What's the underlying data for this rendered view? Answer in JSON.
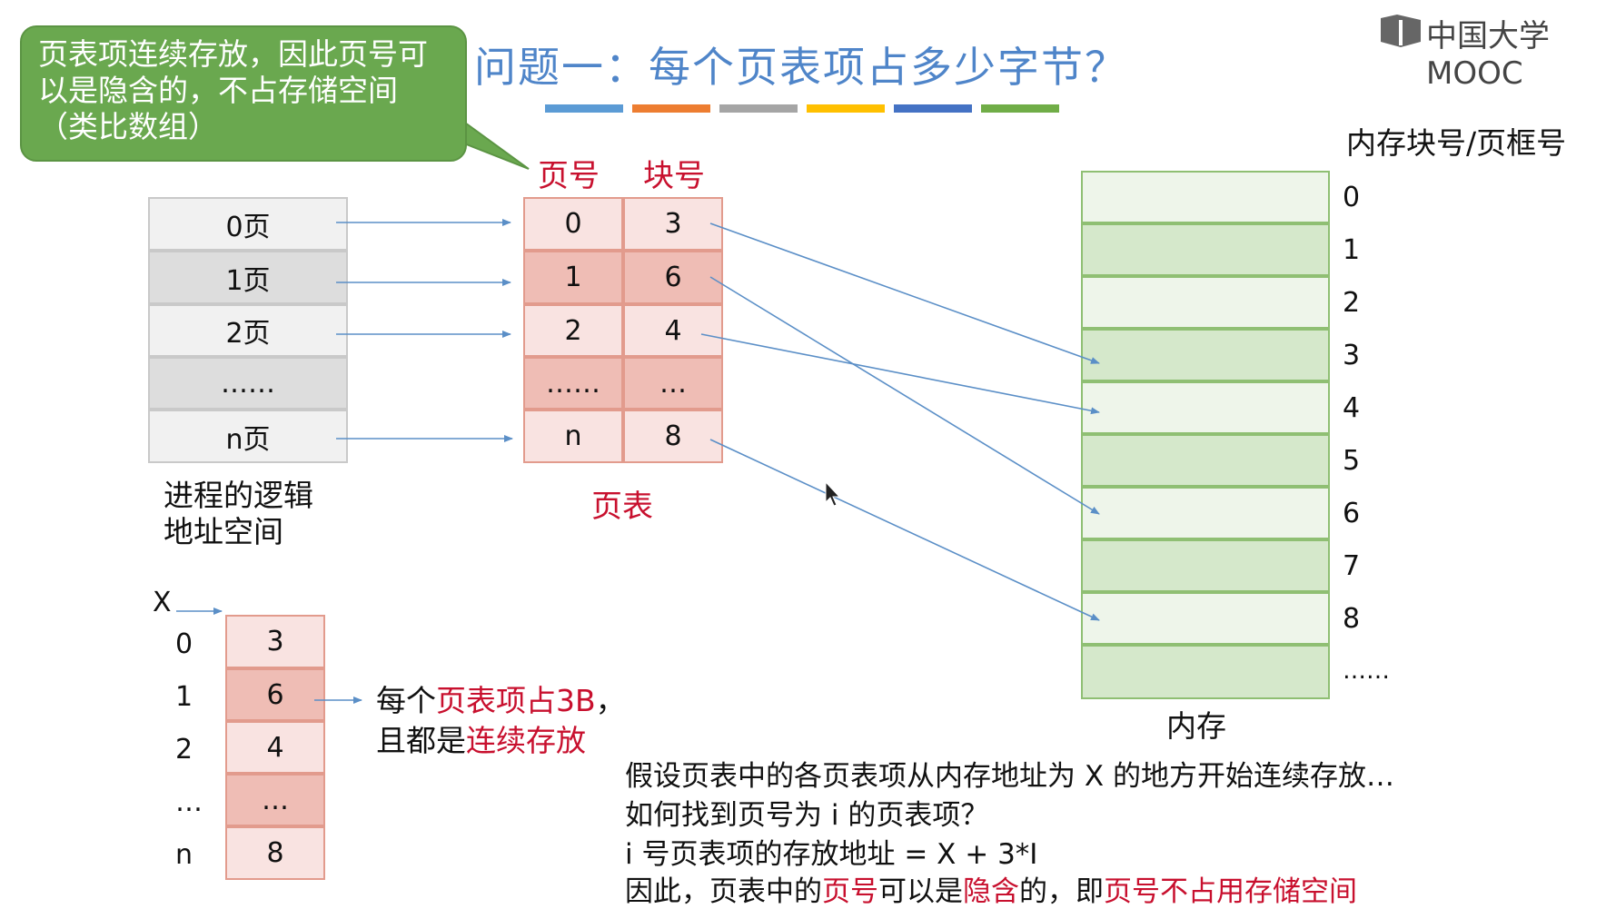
{
  "title": "问题一：每个页表项占多少字节？",
  "title_bars": [
    "#5b9bd5",
    "#ed7d31",
    "#a5a5a5",
    "#ffc000",
    "#4472c4",
    "#70ad47"
  ],
  "callout": {
    "text": "页表项连续存放，因此页号可以是隐含的，不占存储空间（类比数组）"
  },
  "logo": {
    "text": "中国大学MOOC"
  },
  "logical_space": {
    "pages": [
      "0页",
      "1页",
      "2页",
      "……",
      "n页"
    ],
    "label_line1": "进程的逻辑",
    "label_line2": "地址空间"
  },
  "page_table": {
    "header_page": "页号",
    "header_block": "块号",
    "rows": [
      {
        "page": "0",
        "block": "3"
      },
      {
        "page": "1",
        "block": "6"
      },
      {
        "page": "2",
        "block": "4"
      },
      {
        "page": "……",
        "block": "…"
      },
      {
        "page": "n",
        "block": "8"
      }
    ],
    "label": "页表"
  },
  "memory": {
    "header": "内存块号/页框号",
    "block_numbers": [
      "0",
      "1",
      "2",
      "3",
      "4",
      "5",
      "6",
      "7",
      "8",
      "……"
    ],
    "label": "内存"
  },
  "stored_table": {
    "start_label": "X",
    "indices": [
      "0",
      "1",
      "2",
      "…",
      "n"
    ],
    "values": [
      "3",
      "6",
      "4",
      "…",
      "8"
    ],
    "note_line1_prefix": "每个",
    "note_line1_red": "页表项占3B",
    "note_line1_suffix": "，",
    "note_line2_prefix": "且都是",
    "note_line2_red": "连续存放"
  },
  "bottom": {
    "line1": "假设页表中的各页表项从内存地址为 X 的地方开始连续存放…",
    "line2": "如何找到页号为 i 的页表项？",
    "line3": "i 号页表项的存放地址 = X + 3*I",
    "line4_a": "因此，页表中的",
    "line4_b": "页号",
    "line4_c": "可以是",
    "line4_d": "隐含",
    "line4_e": "的，即",
    "line4_f": "页号不占用存储空间"
  }
}
